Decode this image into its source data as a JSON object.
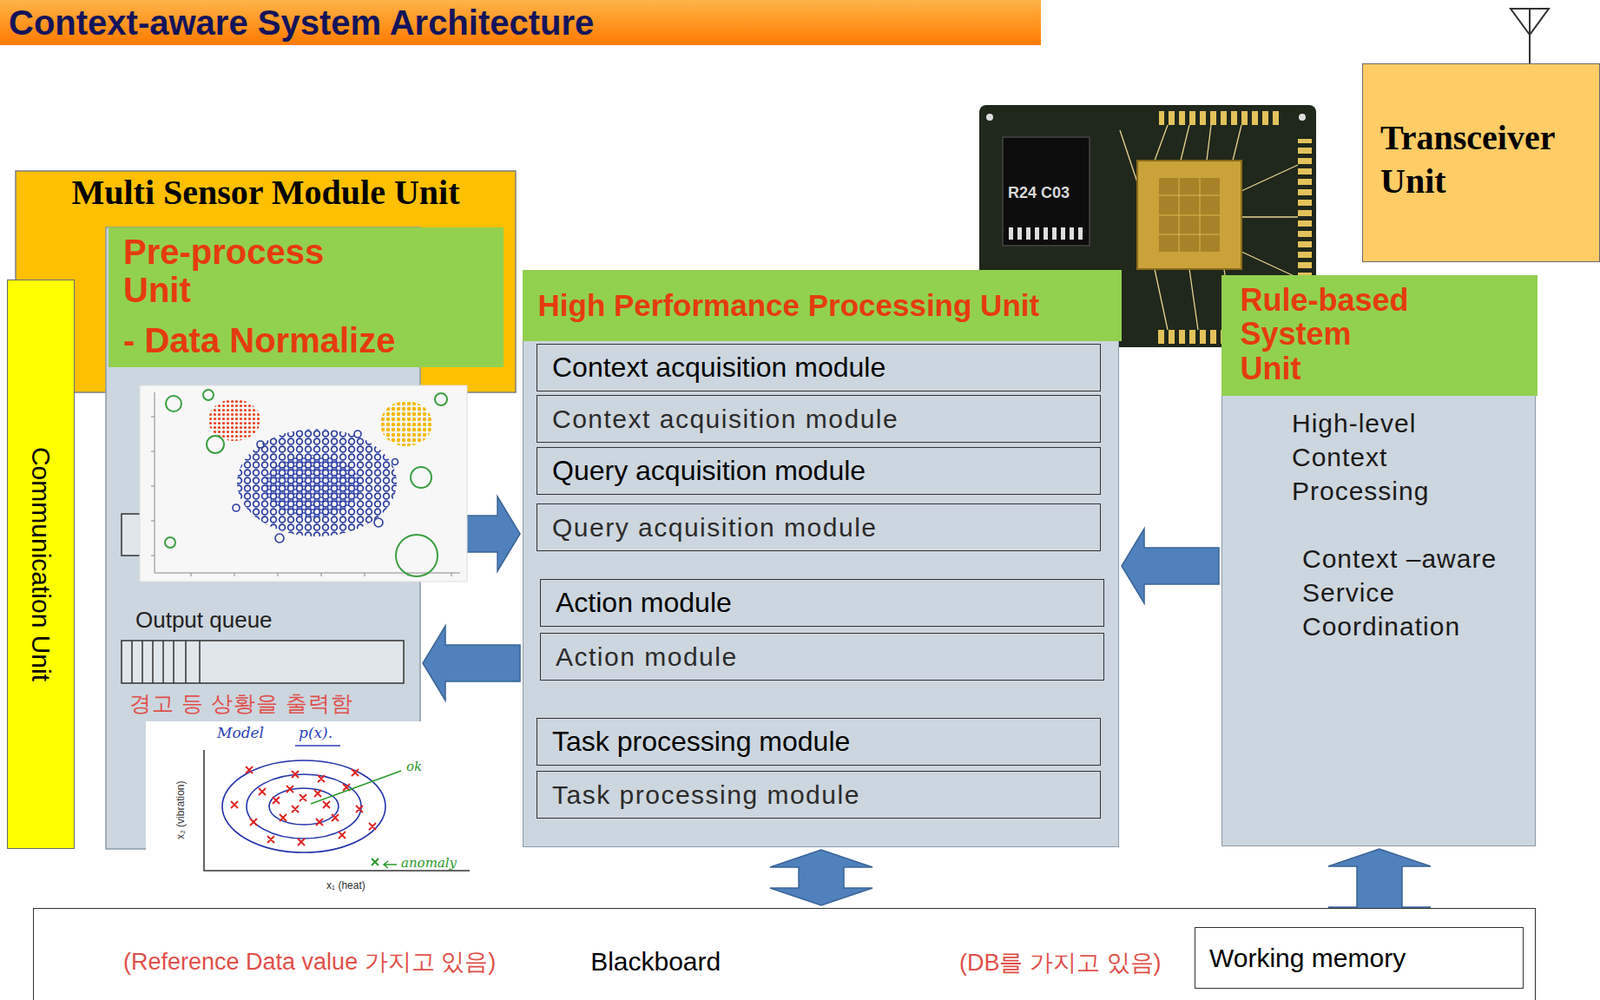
{
  "diagram": {
    "title": "Context-aware System Architecture",
    "nodes": [
      {
        "text": [
          "Transceiver Unit"
        ]
      },
      {
        "text": [
          "Multi Sensor Module Unit"
        ]
      },
      {
        "text": [
          "Communication Unit"
        ]
      },
      {
        "text": [
          "Pre-process Unit",
          "- Data Normalize"
        ]
      },
      {
        "text": [
          "High Performance Processing Unit"
        ]
      },
      {
        "text": [
          "Context acquisition module"
        ],
        "in": 4
      },
      {
        "text": [
          "Context acquisition module"
        ],
        "in": 4
      },
      {
        "text": [
          "Query acquisition module"
        ],
        "in": 4
      },
      {
        "text": [
          "Query acquisition module"
        ],
        "in": 4
      },
      {
        "text": [
          "Action module"
        ],
        "in": 4
      },
      {
        "text": [
          "Action module"
        ],
        "in": 4
      },
      {
        "text": [
          "Task processing module"
        ],
        "in": 4
      },
      {
        "text": [
          "Task processing module"
        ],
        "in": 4
      },
      {
        "text": [
          "Rule-based System Unit",
          "High-level Context Processing",
          "Context –aware Service Coordination"
        ]
      },
      {
        "text": [
          "(Reference Data value 가지고 있음)",
          "Blackboard"
        ]
      },
      {
        "text": [
          "Working memory"
        ],
        "in": 14
      }
    ],
    "edges": [
      {
        "from": 3,
        "to": 4,
        "arrow": "to"
      },
      {
        "from": 4,
        "to": 3,
        "arrow": "to"
      },
      {
        "from": 13,
        "to": 4,
        "arrow": "to"
      },
      {
        "from": 4,
        "to": 14,
        "arrow": "both"
      },
      {
        "from": 13,
        "to": 15,
        "arrow": "both"
      }
    ],
    "labels": [
      "Output queue",
      "경고 등 상황을 출력함",
      "Model",
      "p(x).",
      "ok",
      "anomaly",
      "x₂ (vibration)",
      "x₁ (heat)",
      "R24 C03",
      "(DB를 가지고 있음)"
    ]
  }
}
